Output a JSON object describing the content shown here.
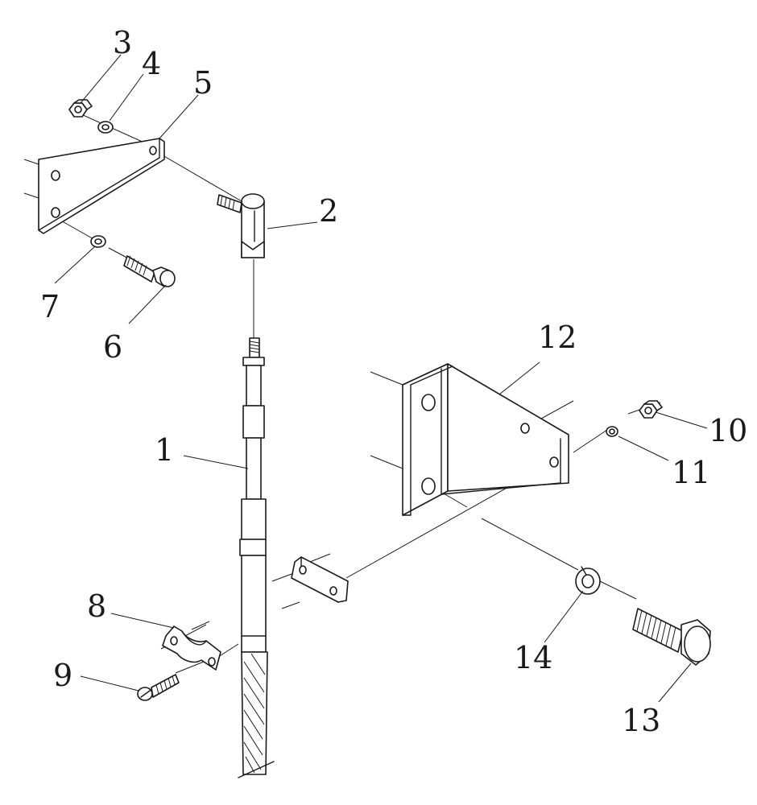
{
  "diagram": {
    "callouts": [
      {
        "id": "1",
        "text": "1"
      },
      {
        "id": "2",
        "text": "2"
      },
      {
        "id": "3",
        "text": "3"
      },
      {
        "id": "4",
        "text": "4"
      },
      {
        "id": "5",
        "text": "5"
      },
      {
        "id": "6",
        "text": "6"
      },
      {
        "id": "7",
        "text": "7"
      },
      {
        "id": "8",
        "text": "8"
      },
      {
        "id": "9",
        "text": "9"
      },
      {
        "id": "10",
        "text": "10"
      },
      {
        "id": "11",
        "text": "11"
      },
      {
        "id": "12",
        "text": "12"
      },
      {
        "id": "13",
        "text": "13"
      },
      {
        "id": "14",
        "text": "14"
      }
    ]
  }
}
